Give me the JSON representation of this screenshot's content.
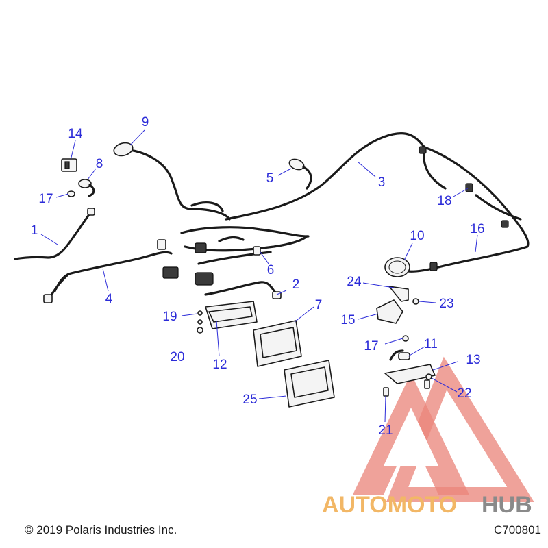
{
  "callouts": [
    {
      "id": "c1",
      "label": "1"
    },
    {
      "id": "c2",
      "label": "2"
    },
    {
      "id": "c3",
      "label": "3"
    },
    {
      "id": "c4",
      "label": "4"
    },
    {
      "id": "c5",
      "label": "5"
    },
    {
      "id": "c6",
      "label": "6"
    },
    {
      "id": "c7",
      "label": "7"
    },
    {
      "id": "c8",
      "label": "8"
    },
    {
      "id": "c9",
      "label": "9"
    },
    {
      "id": "c10",
      "label": "10"
    },
    {
      "id": "c11",
      "label": "11"
    },
    {
      "id": "c12",
      "label": "12"
    },
    {
      "id": "c13",
      "label": "13"
    },
    {
      "id": "c14",
      "label": "14"
    },
    {
      "id": "c15",
      "label": "15"
    },
    {
      "id": "c16",
      "label": "16"
    },
    {
      "id": "c17a",
      "label": "17"
    },
    {
      "id": "c17b",
      "label": "17"
    },
    {
      "id": "c18",
      "label": "18"
    },
    {
      "id": "c19",
      "label": "19"
    },
    {
      "id": "c20",
      "label": "20"
    },
    {
      "id": "c21",
      "label": "21"
    },
    {
      "id": "c22",
      "label": "22"
    },
    {
      "id": "c23",
      "label": "23"
    },
    {
      "id": "c24",
      "label": "24"
    },
    {
      "id": "c25",
      "label": "25"
    }
  ],
  "watermark": {
    "brand_part1": "AUTOMOTO",
    "brand_part2": "HUB",
    "color_primary": "#e8776b",
    "color_accent": "#f2b766",
    "color_dark": "#8a8a8a"
  },
  "footer": {
    "copyright": "© 2019 Polaris Industries Inc.",
    "diagram_code": "C700801"
  },
  "colors": {
    "callout_blue": "#2b2bd8",
    "line_art": "#1a1a1a"
  }
}
